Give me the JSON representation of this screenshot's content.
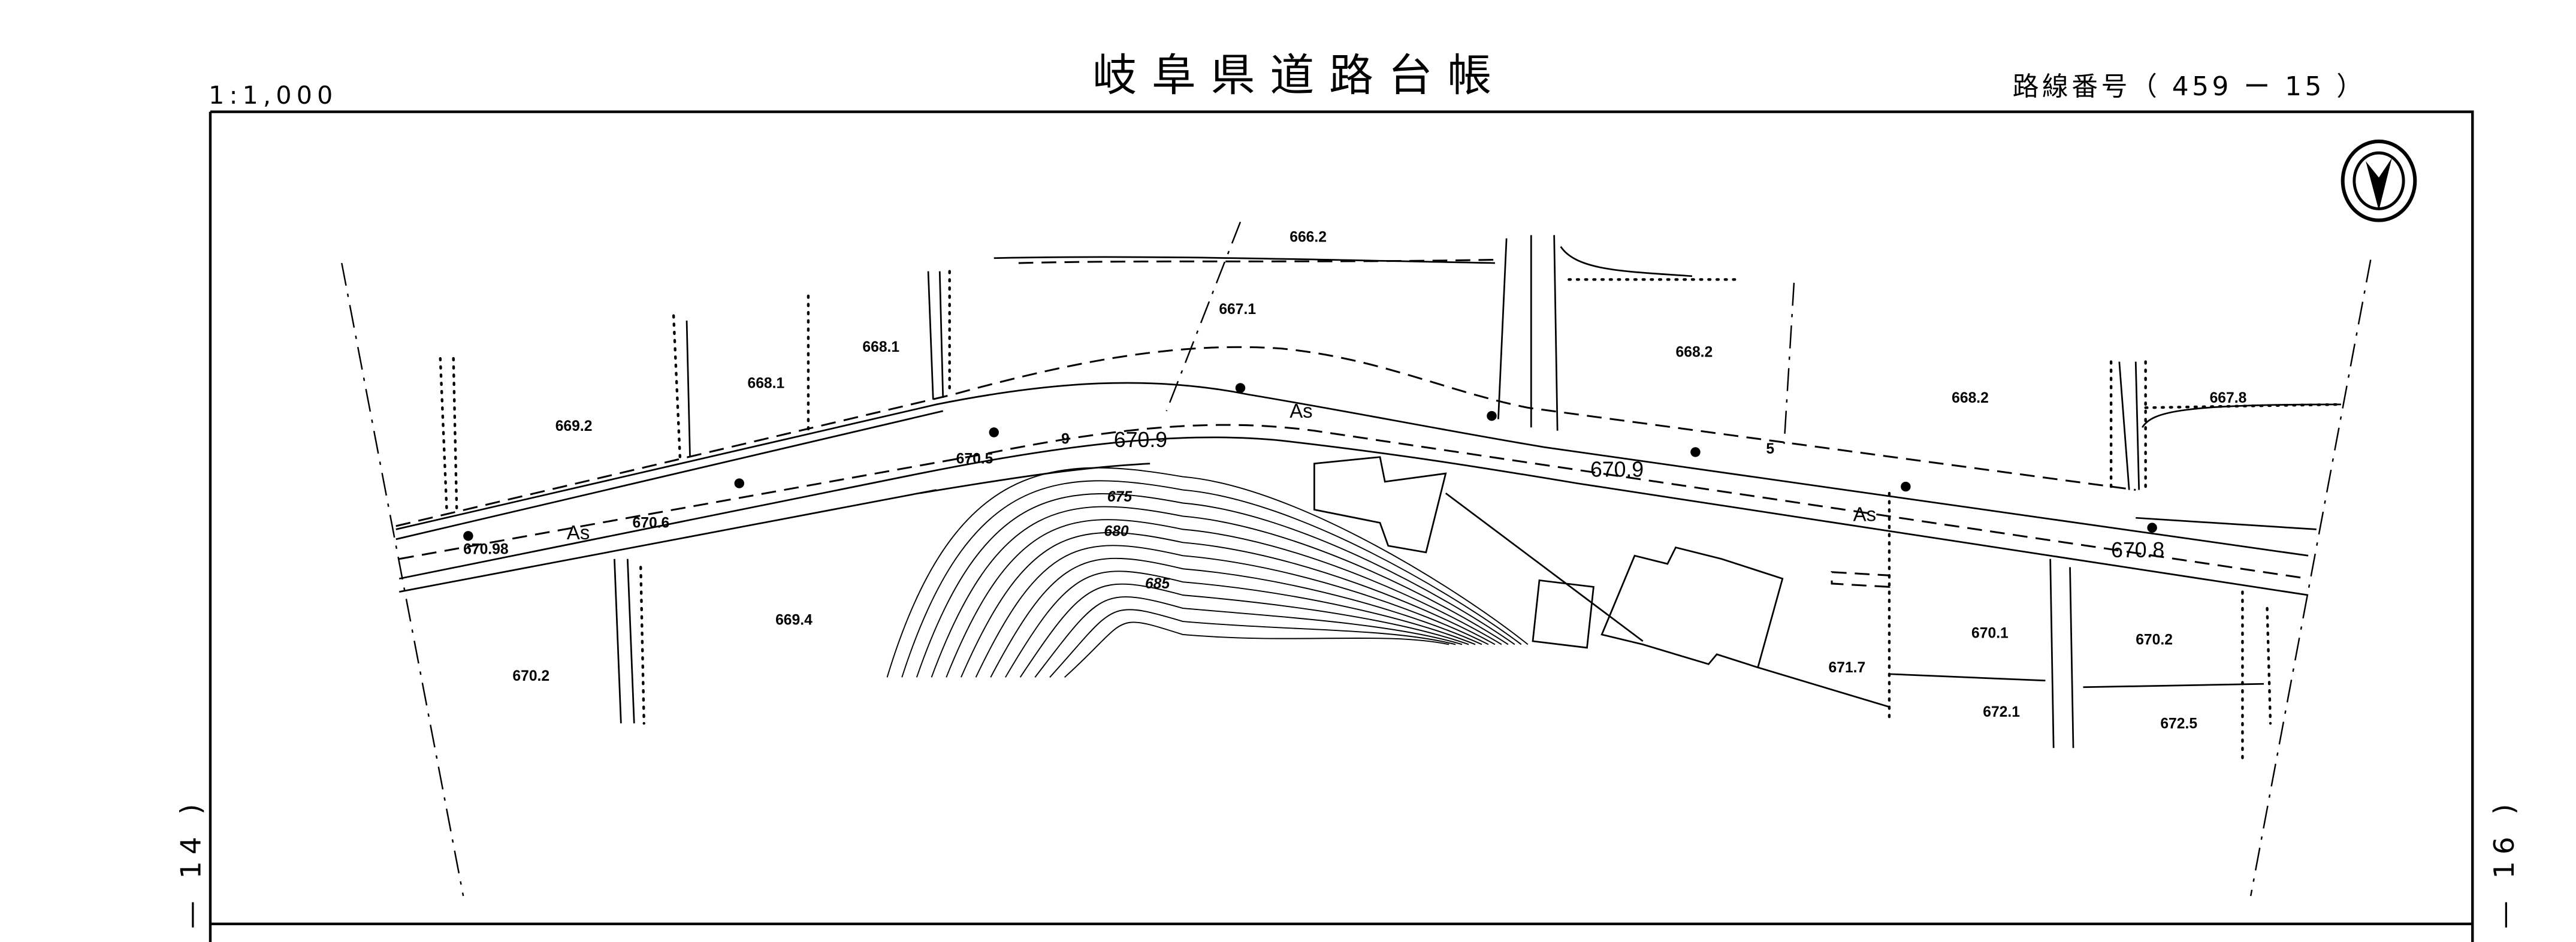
{
  "header": {
    "scale": "1:1,000",
    "title": "岐阜県道路台帳",
    "route_number": "路線番号（ 459 ー 15 ）"
  },
  "side_labels": {
    "left": "— 14 )",
    "right": "— 16 )"
  },
  "north_arrow": {
    "icon": "north-arrow-icon"
  },
  "map": {
    "elevations": [
      {
        "id": "e1",
        "value": "669.2"
      },
      {
        "id": "e2",
        "value": "668.1"
      },
      {
        "id": "e3",
        "value": "668.1"
      },
      {
        "id": "e4",
        "value": "666.2"
      },
      {
        "id": "e5",
        "value": "667.1"
      },
      {
        "id": "e6",
        "value": "668.2"
      },
      {
        "id": "e7",
        "value": "668.2"
      },
      {
        "id": "e8",
        "value": "667.8"
      },
      {
        "id": "e9",
        "value": "670.98"
      },
      {
        "id": "e10",
        "value": "670.6"
      },
      {
        "id": "e11",
        "value": "670.5"
      },
      {
        "id": "e12",
        "value": "669.4"
      },
      {
        "id": "e13",
        "value": "670.2"
      },
      {
        "id": "e14",
        "value": "671.7"
      },
      {
        "id": "e15",
        "value": "670.1"
      },
      {
        "id": "e16",
        "value": "670.2"
      },
      {
        "id": "e17",
        "value": "672.1"
      },
      {
        "id": "e18",
        "value": "672.5"
      }
    ],
    "road_elevations": [
      "670.9",
      "670.9",
      "670.8"
    ],
    "contours": [
      "675",
      "680",
      "685"
    ],
    "surface_labels": [
      "As",
      "As",
      "As"
    ],
    "markers": [
      "9",
      "5"
    ]
  }
}
